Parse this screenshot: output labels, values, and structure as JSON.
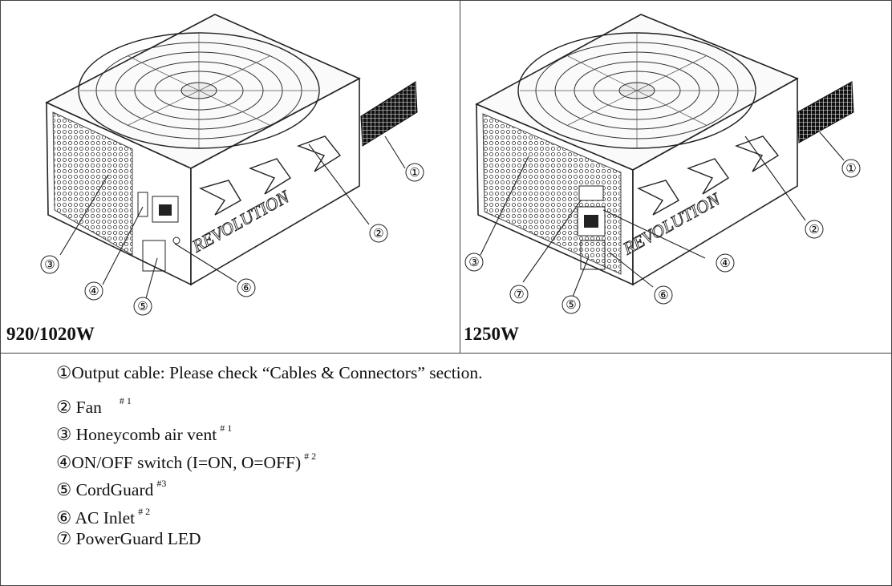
{
  "panels": [
    {
      "caption": "920/1020W",
      "logo_text": "REVOLUTION",
      "callouts": [
        "①",
        "②",
        "③",
        "④",
        "⑤",
        "⑥"
      ]
    },
    {
      "caption": "1250W",
      "logo_text": "REVOLUTION",
      "callouts": [
        "①",
        "②",
        "③",
        "④",
        "⑤",
        "⑥",
        "⑦"
      ]
    }
  ],
  "legend": [
    {
      "text": "①Output cable: Please check “Cables & Connectors” section.",
      "note": ""
    },
    {
      "text": "② Fan",
      "note": "# 1"
    },
    {
      "text": "③ Honeycomb air vent",
      "note": "# 1"
    },
    {
      "text": "④ON/OFF switch (I=ON, O=OFF)",
      "note": "# 2"
    },
    {
      "text": "⑤ CordGuard",
      "note": "#3"
    },
    {
      "text": "⑥ AC Inlet",
      "note": "# 2"
    },
    {
      "text": "⑦ PowerGuard LED",
      "note": ""
    }
  ]
}
